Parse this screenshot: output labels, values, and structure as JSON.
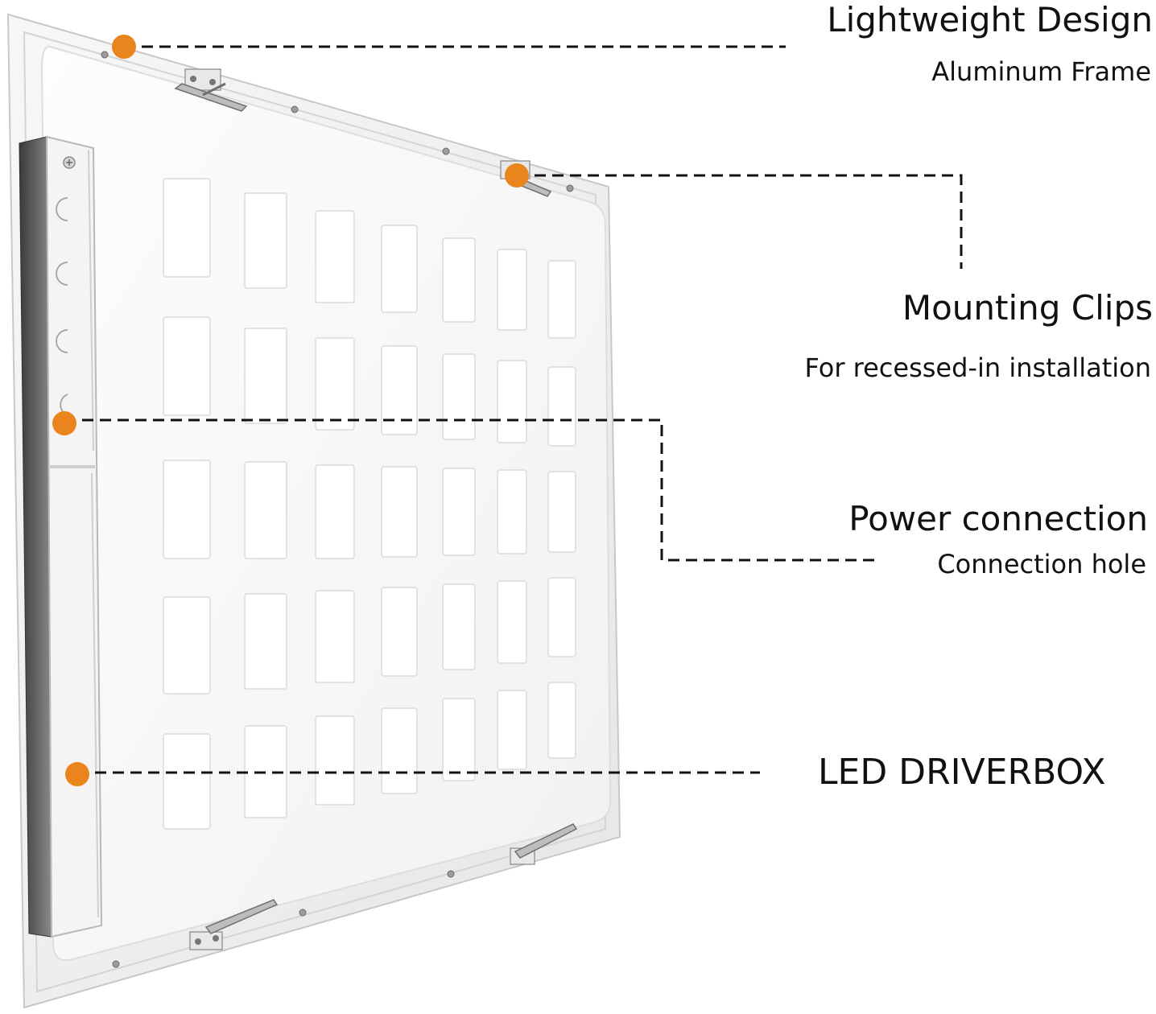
{
  "colors": {
    "accent": "#e9851c",
    "leader_line": "#111111",
    "frame": "#f0f0f0",
    "back_plate": "#fafafa",
    "recess": "#ffffff",
    "driver_box": "#4a4a4a"
  },
  "callouts": [
    {
      "id": "lightweight",
      "title": "Lightweight Design",
      "subtitle": "Aluminum Frame"
    },
    {
      "id": "clips",
      "title": "Mounting Clips",
      "subtitle": "For recessed-in installation"
    },
    {
      "id": "power",
      "title": "Power connection",
      "subtitle": "Connection hole"
    },
    {
      "id": "driver",
      "title": "LED DRIVERBOX",
      "subtitle": ""
    }
  ],
  "product": {
    "name": "LED panel light, rear view"
  }
}
